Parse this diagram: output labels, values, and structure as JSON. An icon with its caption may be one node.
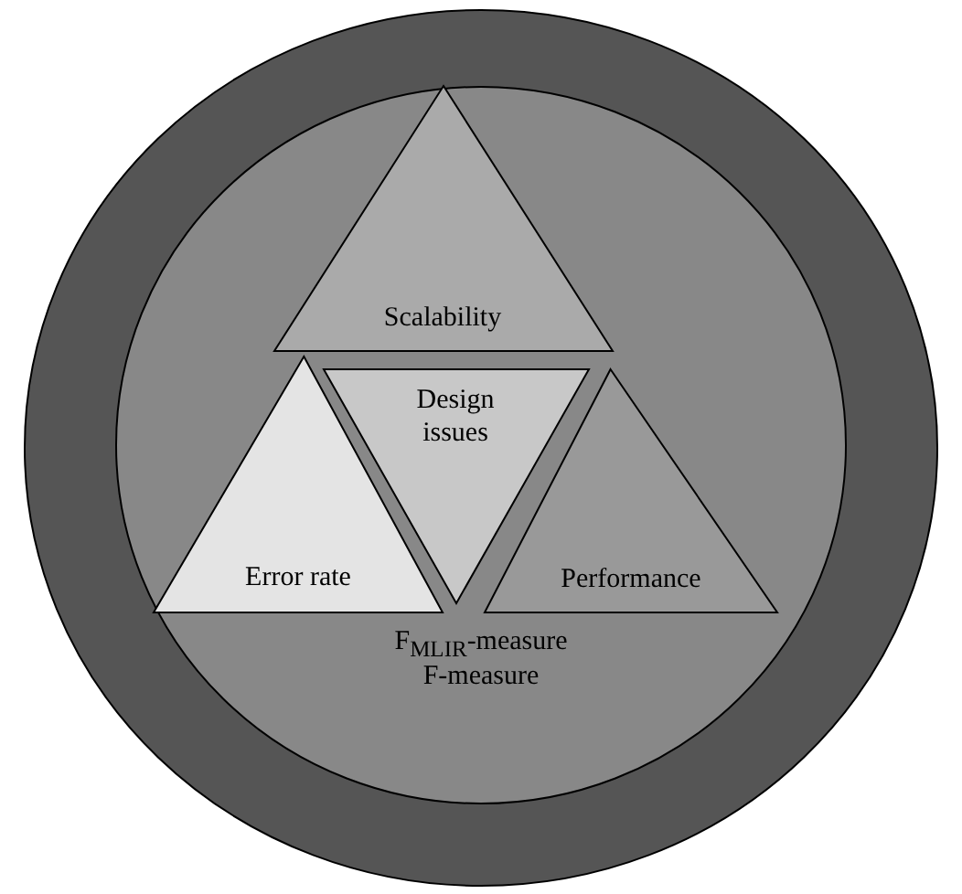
{
  "diagram": {
    "nodes": [
      {
        "text": [],
        "shape": "circle"
      },
      {
        "text": [],
        "shape": "circle",
        "in": 0
      },
      {
        "text": [
          "Scalability"
        ],
        "in": 1
      },
      {
        "text": [
          "Design issues"
        ],
        "in": 1
      },
      {
        "text": [
          "Error rate"
        ],
        "in": 1
      },
      {
        "text": [
          "Performance"
        ],
        "in": 1
      }
    ],
    "edges": [],
    "labels": [
      "F$_{MLIR}$-measure",
      "F-measure"
    ]
  }
}
